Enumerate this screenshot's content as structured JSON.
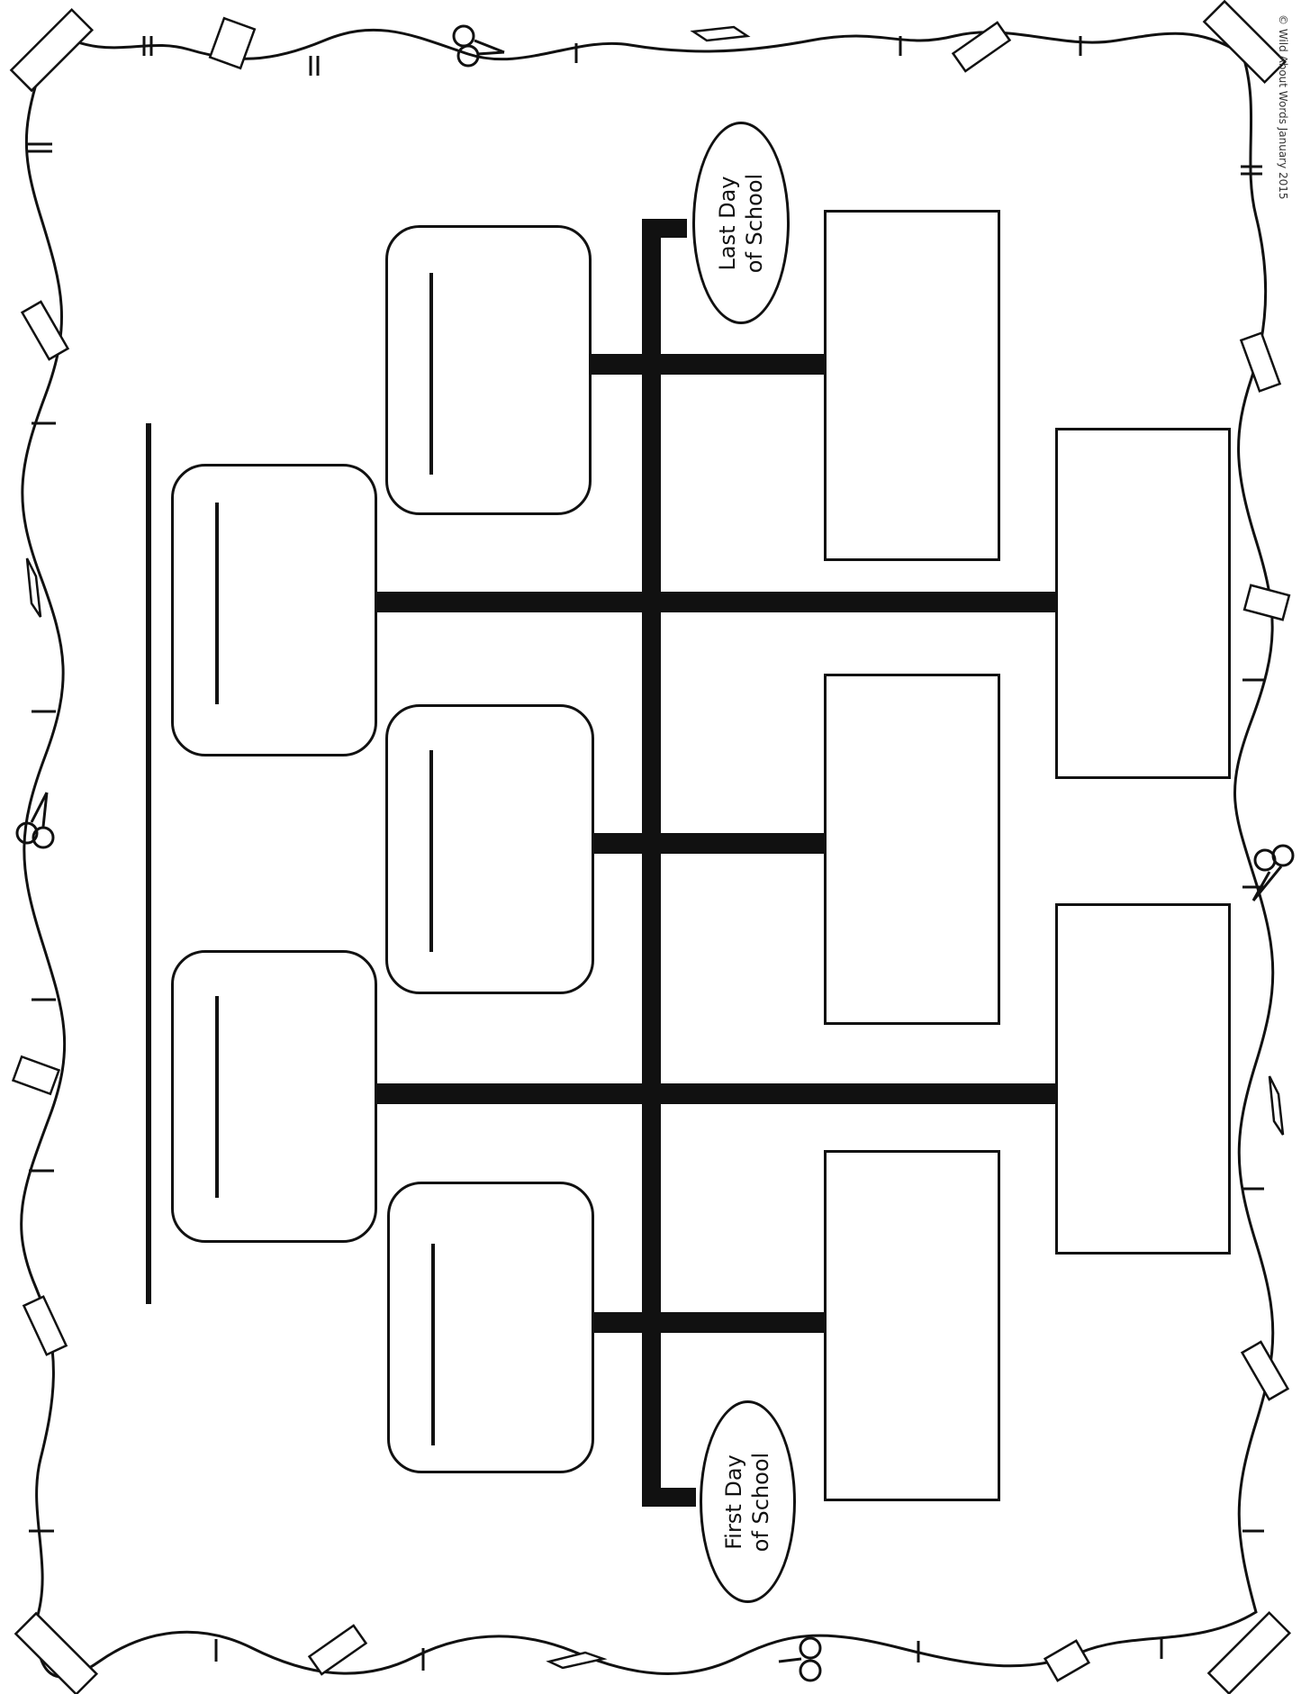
{
  "diagram": {
    "end_label": {
      "line1": "Last Day",
      "line2": "of School"
    },
    "start_label": {
      "line1": "First Day",
      "line2": "of School"
    },
    "copyright": "© Wild About Words January 2015"
  },
  "border": {
    "icons": [
      "ruler-icon",
      "glue-stick-icon",
      "scissors-icon",
      "crayon-icon",
      "pencil-eraser-icon"
    ]
  }
}
